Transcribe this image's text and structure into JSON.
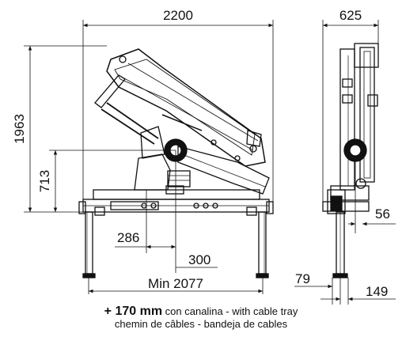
{
  "dimensions": {
    "overall_width": "2200",
    "side_width": "625",
    "height": "1963",
    "pivot_height": "713",
    "offset_a": "286",
    "offset_b": "300",
    "min_width": "Min 2077",
    "side_offset": "56",
    "foot_left": "79",
    "foot_right": "149"
  },
  "note": {
    "highlight": "+ 170 mm",
    "line1_rest": " con canalina - with cable tray",
    "line2": "chemin de câbles - bandeja de cables"
  }
}
